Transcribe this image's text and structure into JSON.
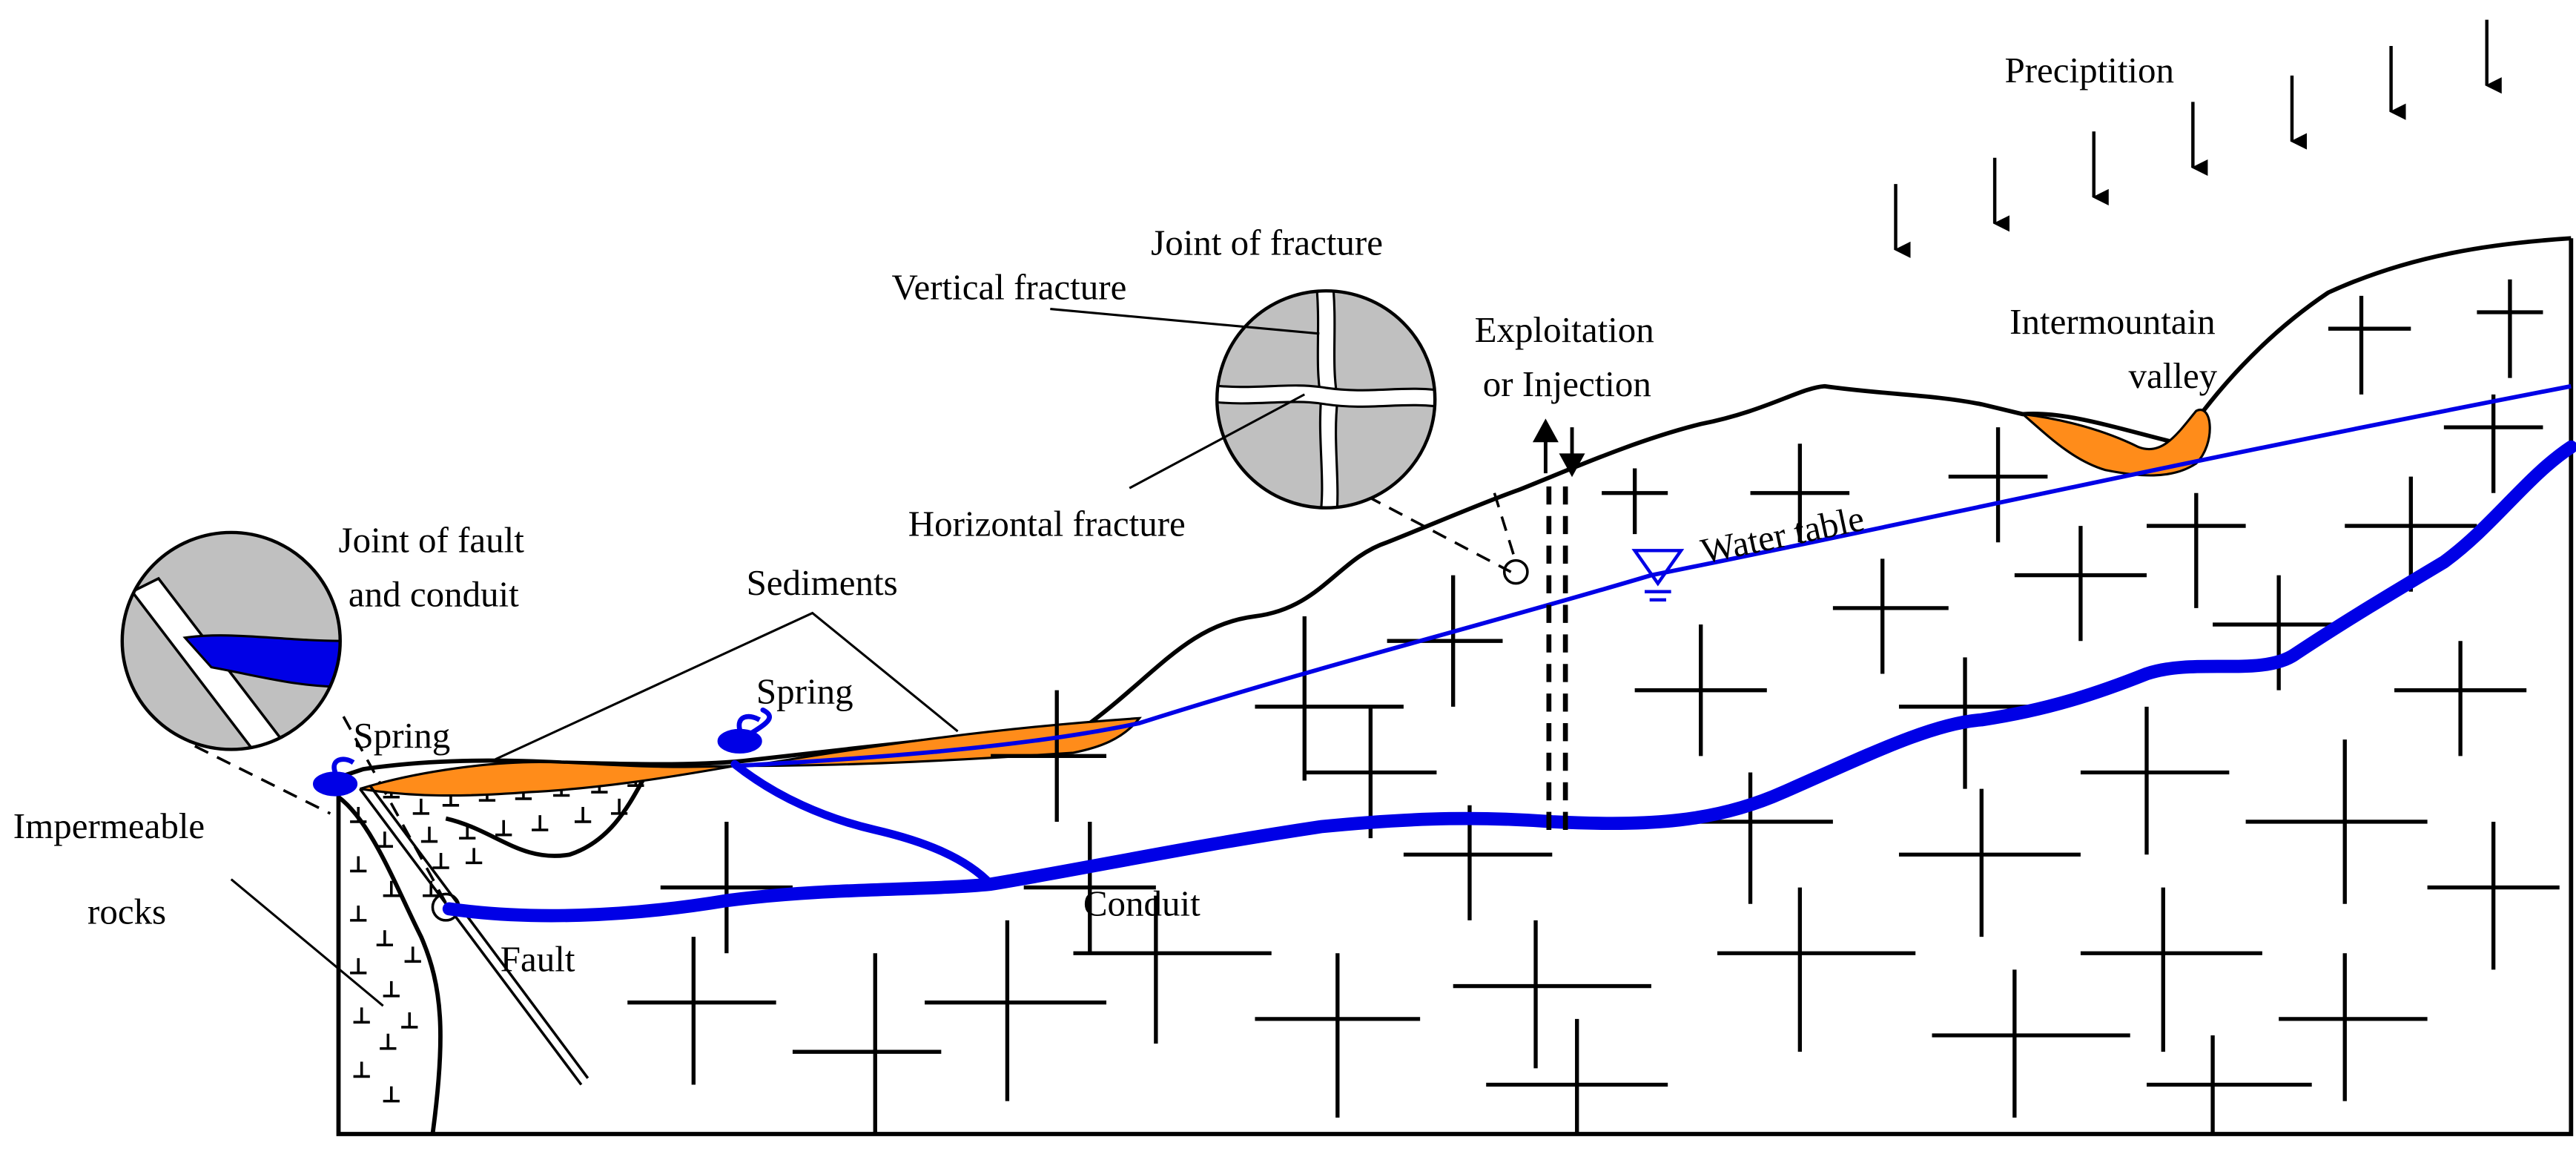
{
  "labels": {
    "precipitation": "Preciptition",
    "joint_fracture": "Joint of fracture",
    "vertical_fracture": "Vertical fracture",
    "horizontal_fracture": "Horizontal fracture",
    "exploitation_line1": "Exploitation",
    "exploitation_line2": "or Injection",
    "intermountain_line1": "Intermountain",
    "intermountain_line2": "valley",
    "water_table": "Water table",
    "joint_fault_line1": "Joint of fault",
    "joint_fault_line2": "and conduit",
    "sediments": "Sediments",
    "spring_left": "Spring",
    "spring_middle": "Spring",
    "impermeable_line1": "Impermeable",
    "impermeable_line2": "rocks",
    "fault": "Fault",
    "conduit": "Conduit"
  },
  "colors": {
    "water": "#0000e6",
    "sediment": "#ff8c1a",
    "detail_circle": "#c0c0c0",
    "outline": "#000000"
  }
}
